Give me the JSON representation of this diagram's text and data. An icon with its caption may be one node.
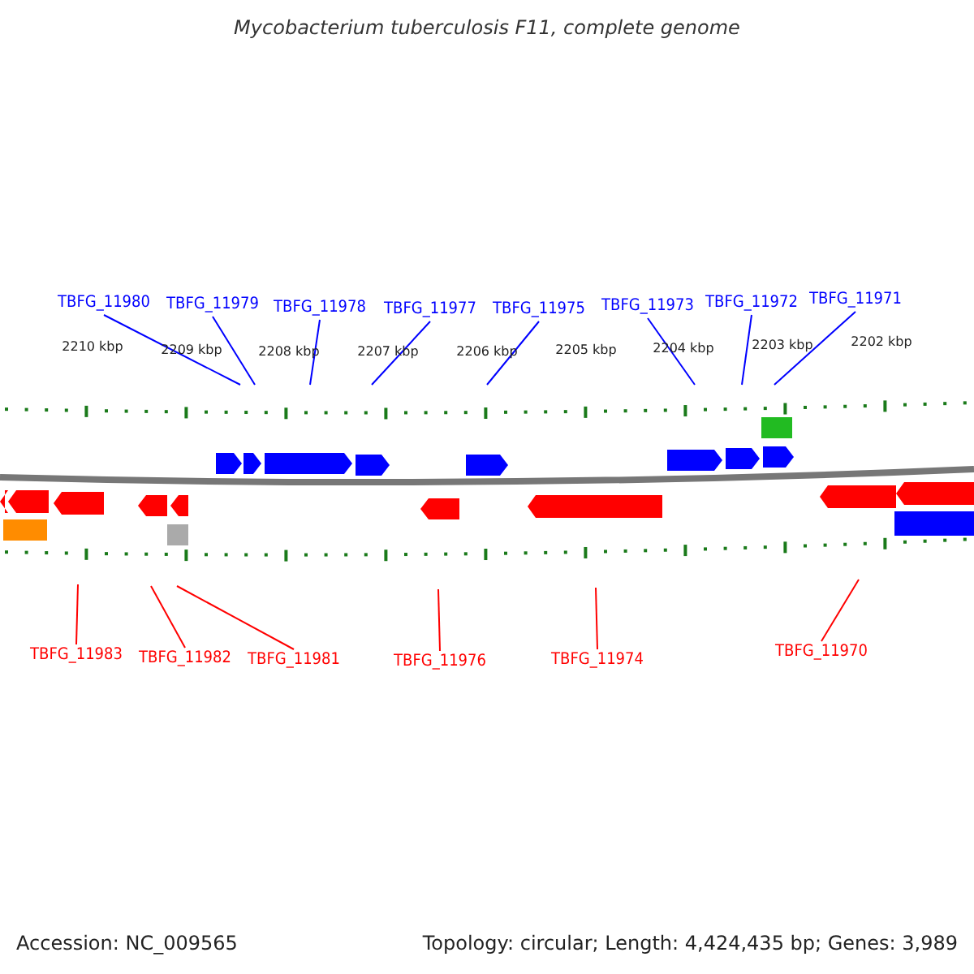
{
  "diagram": {
    "title": "Mycobacterium tuberculosis F11, complete genome",
    "nodes": [
      {
        "text": [
          "TBFG_11980"
        ]
      },
      {
        "text": [
          "TBFG_11979"
        ]
      },
      {
        "text": [
          "TBFG_11978"
        ]
      },
      {
        "text": [
          "TBFG_11977"
        ]
      },
      {
        "text": [
          "TBFG_11975"
        ]
      },
      {
        "text": [
          "TBFG_11973"
        ]
      },
      {
        "text": [
          "TBFG_11972"
        ]
      },
      {
        "text": [
          "TBFG_11971"
        ]
      },
      {
        "text": [
          "TBFG_11983"
        ]
      },
      {
        "text": [
          "TBFG_11982"
        ]
      },
      {
        "text": [
          "TBFG_11981"
        ]
      },
      {
        "text": [
          "TBFG_11976"
        ]
      },
      {
        "text": [
          "TBFG_11974"
        ]
      },
      {
        "text": [
          "TBFG_11970"
        ]
      }
    ],
    "edges": [
      {
        "from": 0,
        "to": null,
        "arrow": "none"
      },
      {
        "from": 1,
        "to": null,
        "arrow": "none"
      },
      {
        "from": 2,
        "to": null,
        "arrow": "none"
      },
      {
        "from": 3,
        "to": null,
        "arrow": "none"
      },
      {
        "from": 4,
        "to": null,
        "arrow": "none"
      },
      {
        "from": 5,
        "to": null,
        "arrow": "none"
      },
      {
        "from": 6,
        "to": null,
        "arrow": "none"
      },
      {
        "from": 7,
        "to": null,
        "arrow": "none"
      },
      {
        "from": 8,
        "to": null,
        "arrow": "none",
        "color": "#ff0000"
      },
      {
        "from": 9,
        "to": null,
        "arrow": "none",
        "color": "#ff0000"
      },
      {
        "from": 10,
        "to": null,
        "arrow": "none",
        "color": "#ff0000"
      },
      {
        "from": 11,
        "to": null,
        "arrow": "none",
        "color": "#ff0000"
      },
      {
        "from": 12,
        "to": null,
        "arrow": "none",
        "color": "#ff0000"
      },
      {
        "from": 13,
        "to": null,
        "arrow": "none",
        "color": "#ff0000"
      }
    ],
    "labels": [
      "2210 kbp",
      "2209 kbp",
      "2208 kbp",
      "2207 kbp",
      "2206 kbp",
      "2205 kbp",
      "2204 kbp",
      "2203 kbp",
      "2202 kbp",
      "Accession: NC_009565",
      "Topology: circular; Length: 4,424,435 bp; Genes: 3,989"
    ]
  }
}
